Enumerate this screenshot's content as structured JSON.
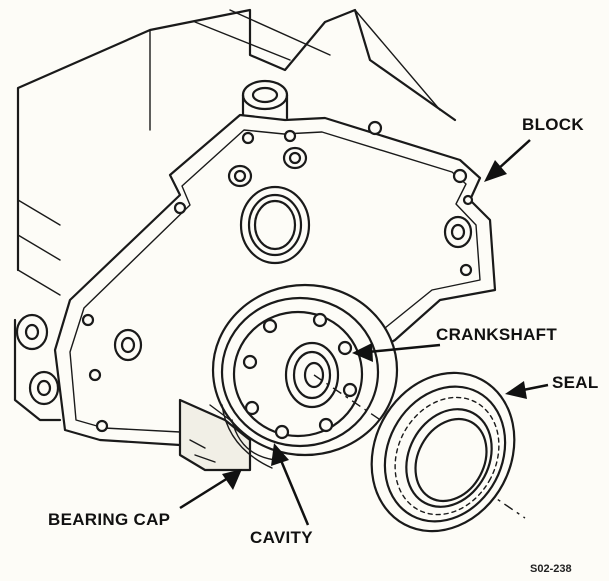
{
  "labels": {
    "block": "BLOCK",
    "crankshaft": "CRANKSHAFT",
    "seal": "SEAL",
    "bearing_cap": "BEARING CAP",
    "cavity": "CAVITY"
  },
  "figure_id": "S02-238"
}
